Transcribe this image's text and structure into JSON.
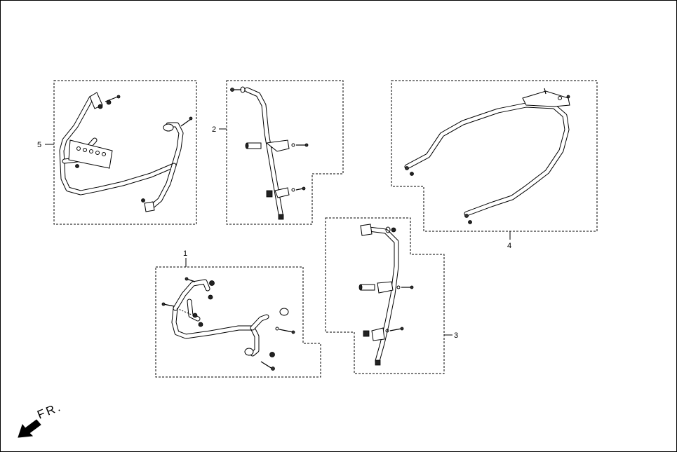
{
  "callouts": [
    {
      "id": "part-1",
      "label": "1"
    },
    {
      "id": "part-2",
      "label": "2"
    },
    {
      "id": "part-3",
      "label": "3"
    },
    {
      "id": "part-4",
      "label": "4"
    },
    {
      "id": "part-5",
      "label": "5"
    }
  ],
  "direction_indicator": {
    "label": "FR.",
    "icon": "front-direction-arrow-icon"
  }
}
